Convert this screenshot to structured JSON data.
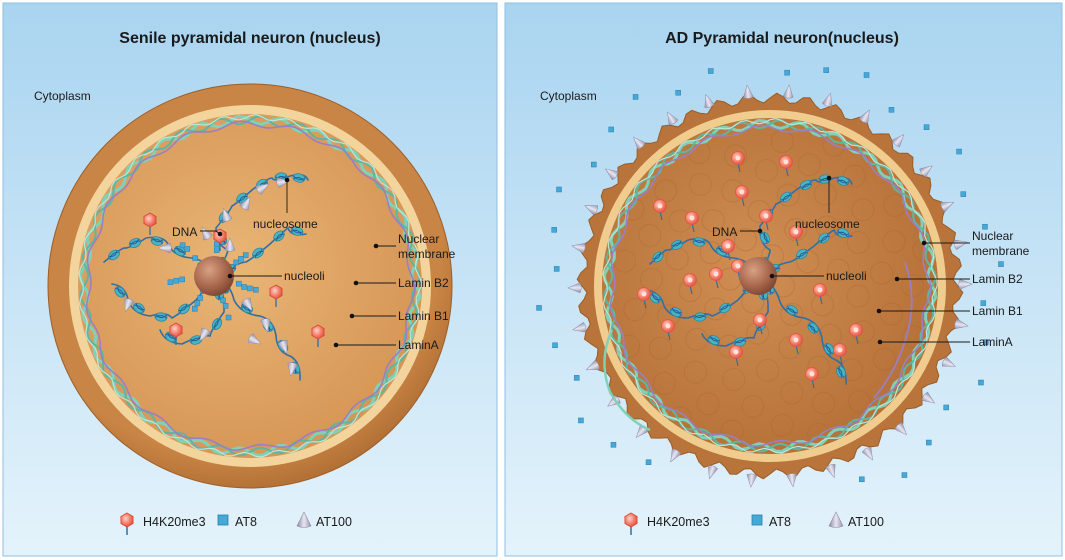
{
  "panels": [
    {
      "title": "Senile pyramidal neuron (nucleus)",
      "cytoplasm": "Cytoplasm",
      "labels": {
        "dna": "DNA",
        "nucleosome": "nucleosome",
        "nucleoli": "nucleoli",
        "membrane_line1": "Nuclear",
        "membrane_line2": "membrane",
        "lamin_b2": "Lamin B2",
        "lamin_b1": "Lamin B1",
        "lamin_a": "LaminA"
      }
    },
    {
      "title": "AD Pyramidal neuron(nucleus)",
      "cytoplasm": "Cytoplasm",
      "labels": {
        "dna": "DNA",
        "nucleosome": "nucleosome",
        "nucleoli": "nucleoli",
        "membrane_line1": "Nuclear",
        "membrane_line2": "membrane",
        "lamin_b2": "Lamin B2",
        "lamin_b1": "Lamin B1",
        "lamin_a": "LaminA"
      }
    }
  ],
  "legend": [
    {
      "icon": "hexagon-marker-icon",
      "label": "H4K20me3"
    },
    {
      "icon": "square-marker-icon",
      "label": "AT8"
    },
    {
      "icon": "cone-marker-icon",
      "label": "AT100"
    }
  ],
  "colors": {
    "background_top": "#a9d4f0",
    "background_bottom": "#e4f3fb",
    "membrane": "#c07a3a",
    "membrane_dark": "#a4622a",
    "membrane_rim": "#f2d39a",
    "nucleoplasm": "#dba060",
    "nucleoplasm_ad": "#c27e44",
    "lamin_green": "#7fd1b8",
    "lamin_purple": "#9a7fc4",
    "dna_blue": "#2f6fa8",
    "nucleosome": "#4ab3c4",
    "h4k20me3": "#f27260",
    "at8": "#46a8d6",
    "at100": "#b4b2c8",
    "nucleolus": "#a4664a"
  }
}
